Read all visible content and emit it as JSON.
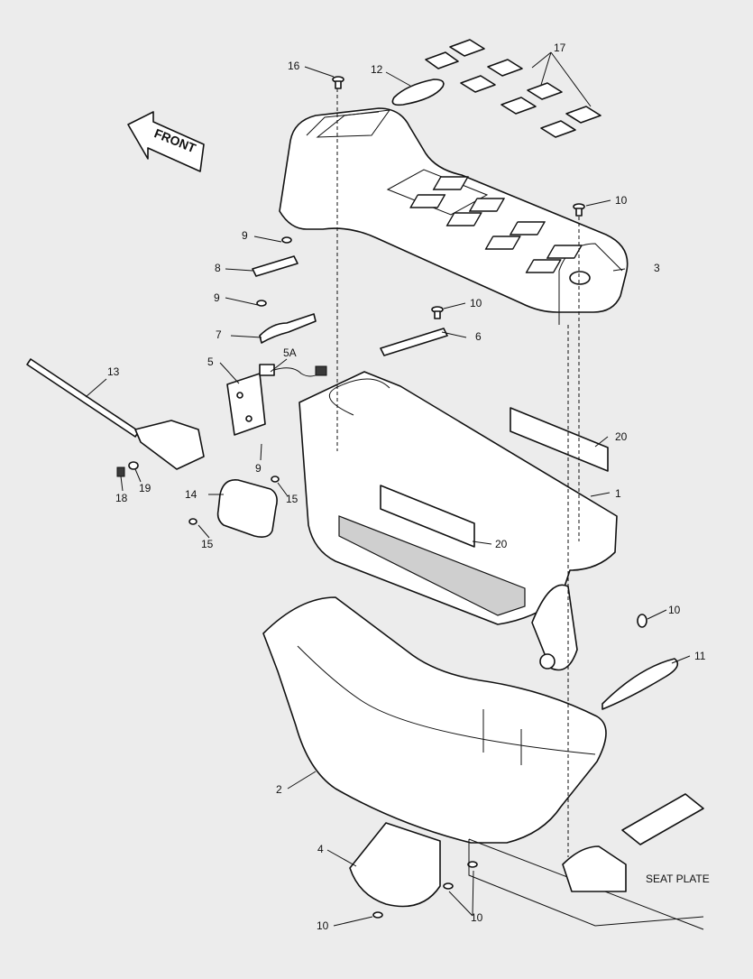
{
  "diagram": {
    "front_label": "FRONT",
    "seat_plate_label": "SEAT PLATE",
    "callouts": [
      "17",
      "16",
      "12",
      "10",
      "9",
      "8",
      "3",
      "9",
      "10",
      "7",
      "6",
      "5A",
      "5",
      "13",
      "20",
      "9",
      "1",
      "18",
      "19",
      "14",
      "15",
      "15",
      "20",
      "10",
      "11",
      "2",
      "4",
      "10",
      "10"
    ]
  },
  "colors": {
    "background": "#ececec",
    "line": "#111111",
    "fill": "#ffffff"
  }
}
